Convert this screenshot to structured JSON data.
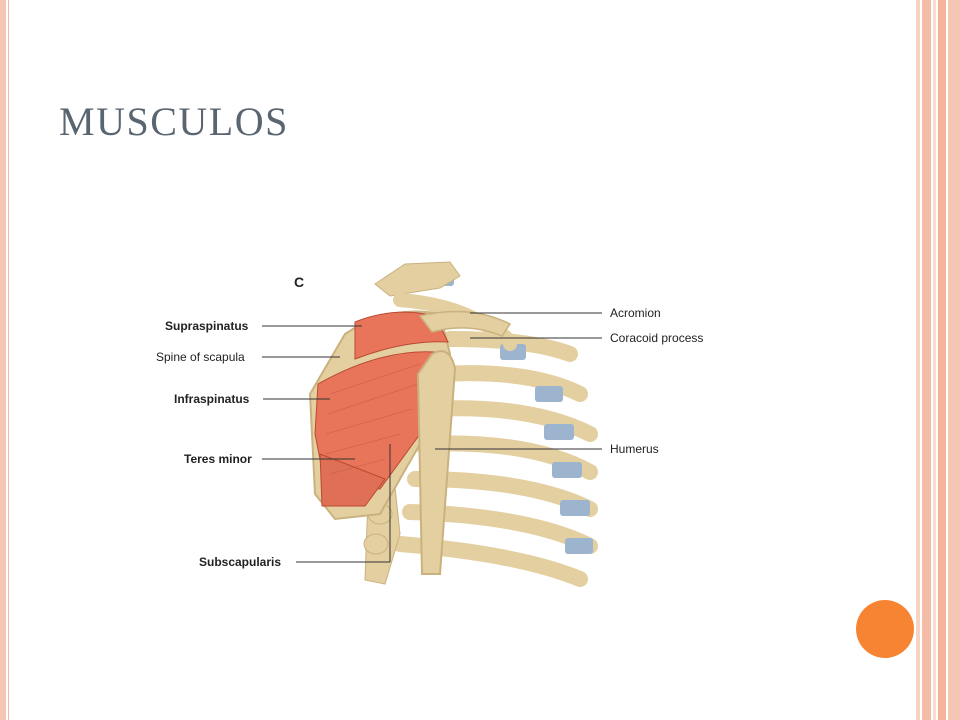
{
  "slide": {
    "title": "MUSCULOS"
  },
  "figure": {
    "panel_letter": "C",
    "labels_left": [
      {
        "text": "Supraspinatus",
        "bold": true
      },
      {
        "text": "Spine of scapula",
        "bold": false
      },
      {
        "text": "Infraspinatus",
        "bold": true
      },
      {
        "text": "Teres minor",
        "bold": true
      },
      {
        "text": "Subscapularis",
        "bold": true
      }
    ],
    "labels_right": [
      {
        "text": "Acromion"
      },
      {
        "text": "Coracoid process"
      },
      {
        "text": "Humerus"
      }
    ]
  },
  "colors": {
    "title_text": "#5a6572",
    "accent_circle": "#f78433",
    "border_stripe": "#f6c6b4",
    "bone": "#e3cfa0",
    "muscle": "#e8755a",
    "cartilage": "#9db4cf"
  }
}
